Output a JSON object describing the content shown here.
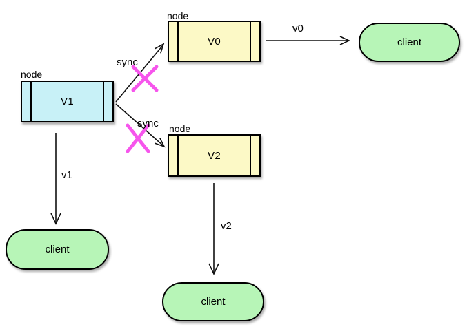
{
  "diagram": {
    "background": "#ffffff",
    "description_labels": {
      "stereotype": "node",
      "client": "client"
    }
  },
  "colors": {
    "node_fill_cyan": "#c8f1f7",
    "node_fill_yellow": "#fcf9c6",
    "client_fill_green": "#b7f5b7",
    "cross_magenta": "#f655ec",
    "line_black": "#111111"
  },
  "nodes": [
    {
      "id": "v0",
      "stereotype": "node",
      "value": "V0"
    },
    {
      "id": "v1",
      "stereotype": "node",
      "value": "V1"
    },
    {
      "id": "v2",
      "stereotype": "node",
      "value": "V2"
    }
  ],
  "clients": [
    {
      "id": "client-top-right",
      "label": "client"
    },
    {
      "id": "client-bottom-left",
      "label": "client"
    },
    {
      "id": "client-bottom-middle",
      "label": "client"
    }
  ],
  "edges": [
    {
      "id": "sync-v1-to-v0",
      "label": "sync",
      "crossed": true
    },
    {
      "id": "sync-v1-to-v2",
      "label": "sync",
      "crossed": true
    },
    {
      "id": "v0-to-client",
      "label": "v0",
      "crossed": false
    },
    {
      "id": "v1-to-client",
      "label": "v1",
      "crossed": false
    },
    {
      "id": "v2-to-client",
      "label": "v2",
      "crossed": false
    }
  ]
}
